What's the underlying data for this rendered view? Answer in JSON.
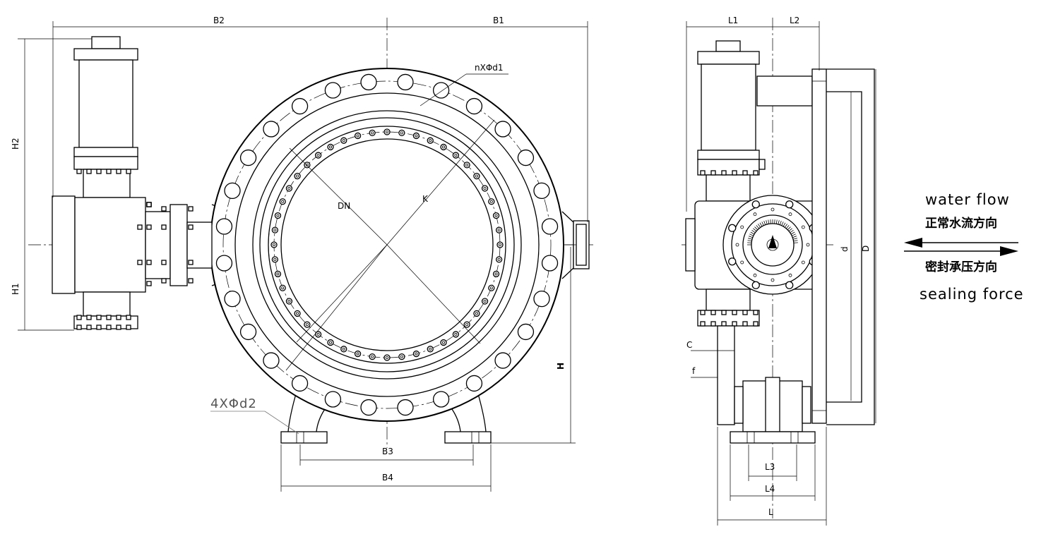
{
  "front_view": {
    "dims": {
      "b2": "B2",
      "b1": "B1",
      "h2": "H2",
      "h1": "H1",
      "h": "H",
      "b3": "B3",
      "b4": "B4",
      "dn": "DN",
      "k": "K",
      "bolt_holes": "nXΦd1",
      "foot_holes": "4XΦd2"
    }
  },
  "side_view": {
    "dims": {
      "l1": "L1",
      "l2": "L2",
      "d_small": "d",
      "d_big": "D",
      "c": "C",
      "f": "f",
      "l3": "L3",
      "l4": "L4",
      "l": "L"
    }
  },
  "legend": {
    "water_flow_en": "water flow",
    "water_flow_cn": "正常水流方向",
    "sealing_cn": "密封承压方向",
    "sealing_en": "sealing force"
  }
}
